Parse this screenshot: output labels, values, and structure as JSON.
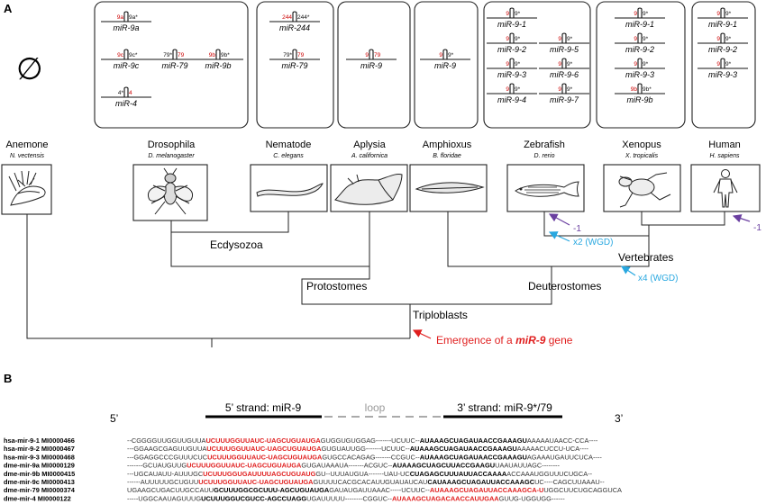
{
  "panel_a_label": "A",
  "panel_b_label": "B",
  "empty_set_symbol": "∅",
  "colors": {
    "star": "#cc0000",
    "blue": "#29a8e0",
    "purple": "#6a3fa0",
    "red": "#e01e1e"
  },
  "species": [
    {
      "name": "Anemone",
      "latin": "N. vectensis",
      "icon": "anemone-icon"
    },
    {
      "name": "Drosophila",
      "latin": "D. melanogaster",
      "icon": "fly-icon"
    },
    {
      "name": "Nematode",
      "latin": "C. elegans",
      "icon": "worm-icon"
    },
    {
      "name": "Aplysia",
      "latin": "A. californica",
      "icon": "sea-slug-icon"
    },
    {
      "name": "Amphioxus",
      "latin": "B. floridae",
      "icon": "lancelet-icon"
    },
    {
      "name": "Zebrafish",
      "latin": "D. rerio",
      "icon": "zebrafish-icon"
    },
    {
      "name": "Xenopus",
      "latin": "X. tropicalis",
      "icon": "frog-icon"
    },
    {
      "name": "Human",
      "latin": "H. sapiens",
      "icon": "human-icon"
    }
  ],
  "genes": [
    {
      "label": "miR-9a",
      "left": "9a",
      "right": "9a*",
      "red": "left"
    },
    {
      "label": "miR-9c",
      "left": "9c",
      "right": "9c*",
      "red": "left"
    },
    {
      "label": "miR-79",
      "left": "79*",
      "right": "79",
      "red": "right"
    },
    {
      "label": "miR-9b",
      "left": "9b",
      "right": "9b*",
      "red": "left"
    },
    {
      "label": "miR-4",
      "left": "4*",
      "right": "4",
      "red": "right"
    },
    {
      "label": "miR-244",
      "left": "244",
      "right": "244*",
      "red": "left"
    },
    {
      "label": "miR-79",
      "left": "79*",
      "right": "79",
      "red": "right"
    },
    {
      "label": "miR-9",
      "left": "9",
      "right": "79",
      "red": "both"
    },
    {
      "label": "miR-9",
      "left": "9",
      "right": "9*",
      "red": "left"
    },
    {
      "label": "miR-9-1",
      "left": "9",
      "right": "9*",
      "red": "left"
    },
    {
      "label": "miR-9-2",
      "left": "9",
      "right": "9*",
      "red": "left"
    },
    {
      "label": "miR-9-3",
      "left": "9",
      "right": "9*",
      "red": "left"
    },
    {
      "label": "miR-9-4",
      "left": "9",
      "right": "9*",
      "red": "left"
    },
    {
      "label": "miR-9-5",
      "left": "9",
      "right": "9*",
      "red": "left"
    },
    {
      "label": "miR-9-6",
      "left": "9",
      "right": "9*",
      "red": "left"
    },
    {
      "label": "miR-9-7",
      "left": "9",
      "right": "9*",
      "red": "left"
    },
    {
      "label": "miR-9-1",
      "left": "9",
      "right": "9*",
      "red": "left"
    },
    {
      "label": "miR-9-2",
      "left": "9",
      "right": "9*",
      "red": "left"
    },
    {
      "label": "miR-9-3",
      "left": "9",
      "right": "9*",
      "red": "left"
    },
    {
      "label": "miR-9b",
      "left": "9b",
      "right": "9b*",
      "red": "left"
    },
    {
      "label": "miR-9-1",
      "left": "9",
      "right": "9*",
      "red": "left"
    },
    {
      "label": "miR-9-2",
      "left": "9",
      "right": "9*",
      "red": "left"
    },
    {
      "label": "miR-9-3",
      "left": "9",
      "right": "9*",
      "red": "left"
    }
  ],
  "clades": {
    "ecdysozoa": "Ecdysozoa",
    "protostomes": "Protostomes",
    "deuterostomes": "Deuterostomes",
    "vertebrates": "Vertebrates",
    "triploblasts": "Triploblasts"
  },
  "events": {
    "x2": "x2 (WGD)",
    "x4": "x4 (WGD)",
    "loss_zebrafish": "-1",
    "loss_human": "-1",
    "emergence_prefix": "Emergence of a ",
    "emergence_gene": "miR-9",
    "emergence_suffix": " gene"
  },
  "alignment": {
    "five_prime": "5’",
    "three_prime": "3’",
    "strand5": "5’ strand: miR-9",
    "loop": "loop",
    "strand3": "3’ strand: miR-9*/79",
    "rows": [
      {
        "id": "hsa-mir-9-1 MI0000466",
        "pre": "--CGGGGUUGGUUGUUA",
        "s5": "UCUUUGGUUAUC-UAGCUGUAUGA",
        "mid": "GUGGUGUGGAG-------UCUUC--",
        "s3": "AUAAAGCUAGAUAACCGAAAGU",
        "post": "AAAAAUAACC-CCA----",
        "red5": true,
        "red3": false
      },
      {
        "id": "hsa-mir-9-2 MI0000467",
        "pre": "---GGAAGCGAGUUGUUA",
        "s5": "UCUUUGGUUAUC-UAGCUGUAUGA",
        "mid": "GUGUAUUGG-------UCUUC--",
        "s3": "AUAAAGCUAGAUAACCGAAAGU",
        "post": "AAAAACUCCU-UCA----",
        "red5": true,
        "red3": false
      },
      {
        "id": "hsa-mir-9-3 MI0000468",
        "pre": "---GGAGGCCCGUUUCUC",
        "s5": "UCUUUGGUUAUC-UAGCUGUAUGA",
        "mid": "GUGCCACAGAG-------CCGUC--",
        "s3": "AUAAAGCUAGAUAACCGAAAGU",
        "post": "AGAAAUGAUUCUCA----",
        "red5": true,
        "red3": false
      },
      {
        "id": "dme-mir-9a MI0000129",
        "pre": "-------GCUAUGUUG",
        "s5": "UCUUUGGUUAUC-UAGCUGUAUGA",
        "mid": "GUGAUAAAUA-------ACGUC--",
        "s3": "AUAAAGCUAGCUUACCGAAGU",
        "post": "UAAUAUUAGC--------",
        "red5": true,
        "red3": false
      },
      {
        "id": "dme-mir-9b MI0000415",
        "pre": "---UGCAUAUU-AUUUGC",
        "s5": "UCUUUGGUGAUUUUAGCUGUAUG",
        "mid": "GU--UUUAUGUA-------UAU-UC",
        "s3": "CUAGAGCUUUAUUACCAAAA",
        "post": "ACCAAAUGGUUUCUGCA--",
        "red5": true,
        "red3": false
      },
      {
        "id": "dme-mir-9c MI0000413",
        "pre": "------AUUUUUGCUGUU",
        "s5": "UCUUUGGUUAUC-UAGCUGUAUGA",
        "mid": "GUUUUCACGCACAUUGUAUAUCAU",
        "s3": "CAUAAAGCUAGAUUACCAAAGC",
        "post": "UC----CAGCUUAAAU--",
        "red5": true,
        "red3": false
      },
      {
        "id": "dme-mir-79 MI0000374",
        "pre": "UGAAGCUGACUUGCCAUU",
        "s5": "GCUUUGGCGCUUU-AGCUGUAUGA",
        "mid": "GAUAUGAUUAAAC-----UCUUC--",
        "s3": "AUAAAGCUAGAUUACCAAAGCA-U",
        "post": "UGGCUUCUGCAGGUCA",
        "red5": false,
        "red3": true
      },
      {
        "id": "dme-mir-4 MI0000122",
        "pre": "-----UGGCAAUAGUUUG",
        "s5": "UCUUUGGUCGUCC-AGCCUAGG",
        "mid": "UGAUUUUU--------CGGUC--",
        "s3": "AUAAAGCUAGACAACCAUUGAA",
        "post": "GUUG-UGGUGG------",
        "red5": false,
        "red3": true
      }
    ]
  }
}
